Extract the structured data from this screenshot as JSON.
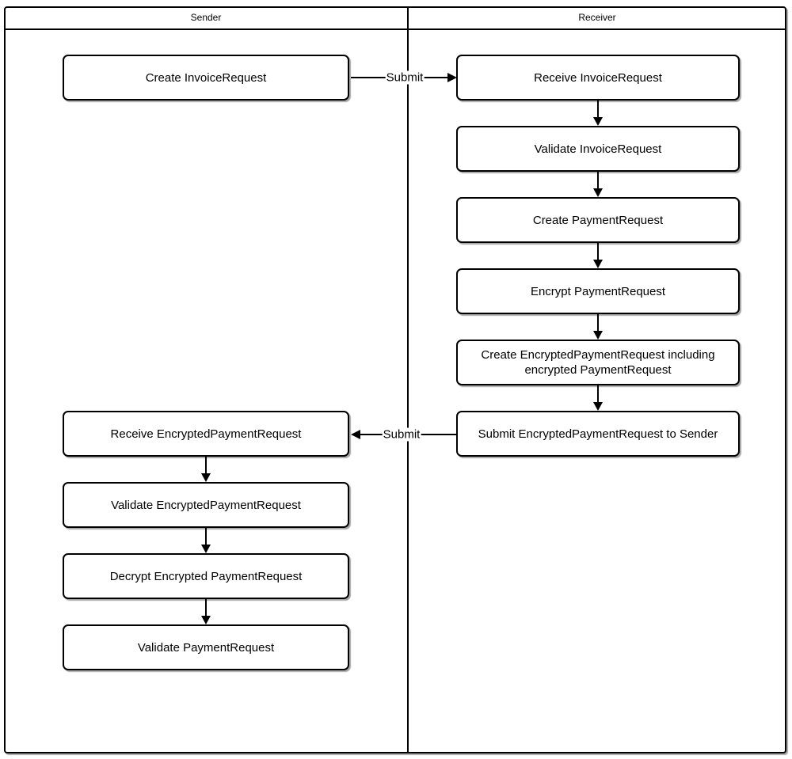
{
  "diagram": {
    "lanes": {
      "sender": "Sender",
      "receiver": "Receiver"
    },
    "nodes": {
      "create_invoice_request": "Create InvoiceRequest",
      "receive_invoice_request": "Receive InvoiceRequest",
      "validate_invoice_request": "Validate InvoiceRequest",
      "create_payment_request": "Create PaymentRequest",
      "encrypt_payment_request": "Encrypt PaymentRequest",
      "create_encrypted_payment_request": "Create EncryptedPaymentRequest including encrypted PaymentRequest",
      "submit_encrypted_payment_request": "Submit EncryptedPaymentRequest to Sender",
      "receive_encrypted_payment_request": "Receive EncryptedPaymentRequest",
      "validate_encrypted_payment_request": "Validate EncryptedPaymentRequest",
      "decrypt_encrypted_payment_request": "Decrypt Encrypted PaymentRequest",
      "validate_payment_request": "Validate PaymentRequest"
    },
    "edge_labels": {
      "submit_invoice": "Submit",
      "submit_payment": "Submit"
    },
    "colors": {
      "stroke": "#000000",
      "fill": "#ffffff"
    }
  }
}
